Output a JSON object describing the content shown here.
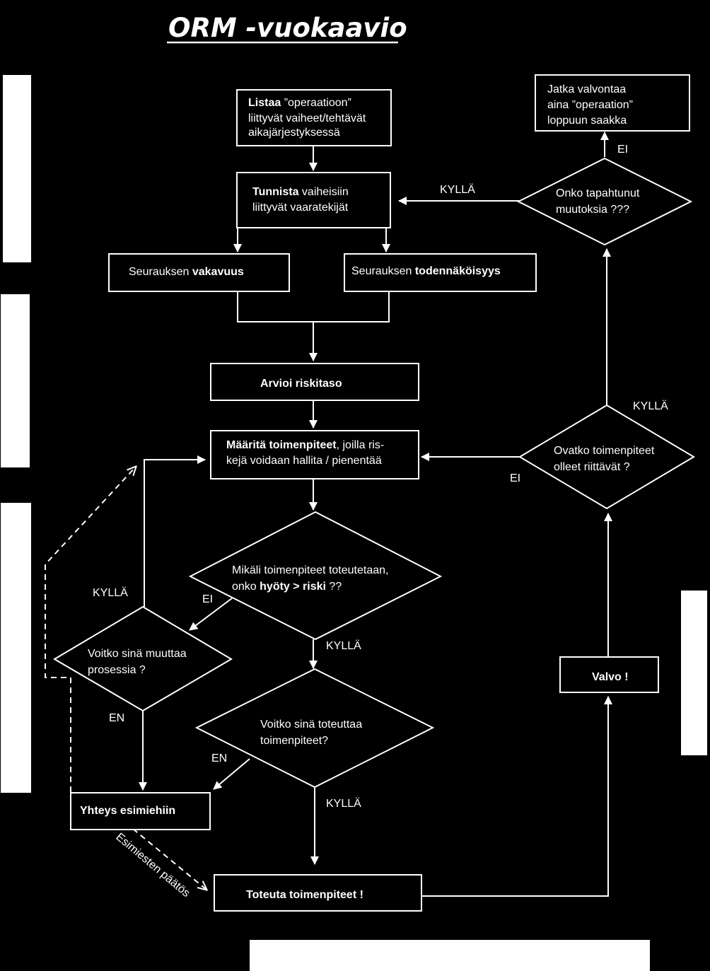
{
  "title": "ORM -vuokaavio",
  "nodes": {
    "listaa": {
      "bold": "Listaa",
      "rest": " ”operaatioon”",
      "line2": "liittyvät vaiheet/tehtävät",
      "line3": "aikajärjestyksessä"
    },
    "tunnista": {
      "bold": "Tunnista",
      "rest": " vaiheisiin",
      "line2": "liittyvät vaaratekijät"
    },
    "vakavuus": {
      "prefix": "Seurauksen ",
      "bold": "vakavuus"
    },
    "todennakoisyys": {
      "prefix": "Seurauksen ",
      "bold": "todennäköisyys"
    },
    "arvioi": {
      "bold": "Arvioi riskitaso"
    },
    "maarita": {
      "bold": "Määritä toimenpiteet",
      "rest": ", joilla ris-",
      "line2": "kejä voidaan hallita / pienentää"
    },
    "hyoty": {
      "line1": "Mikäli toimenpiteet toteutetaan,",
      "prefix2": "onko ",
      "bold2": "hyöty > riski",
      "suffix2": " ??"
    },
    "muuttaa": {
      "line1": "Voitko sinä muuttaa",
      "line2": "prosessia ?"
    },
    "toteuttaa": {
      "line1": "Voitko sinä toteuttaa",
      "line2": "toimenpiteet?"
    },
    "yhteys": {
      "bold": "Yhteys esimiehiin"
    },
    "toteuta": {
      "bold": "Toteuta toimenpiteet !"
    },
    "valvo": {
      "bold": "Valvo !"
    },
    "ovatko": {
      "line1": "Ovatko toimenpiteet",
      "line2": "olleet riittävät  ?"
    },
    "onko": {
      "line1": "Onko tapahtunut",
      "line2": "muutoksia ???"
    },
    "jatka": {
      "line1": "Jatka valvontaa",
      "line2": "aina ”operaation”",
      "line3": "loppuun saakka"
    }
  },
  "edge_labels": {
    "kylla_onko": "KYLLÄ",
    "ei_onko": "EI",
    "kylla_ovatko": "KYLLÄ",
    "ei_ovatko": "EI",
    "kylla_muuttaa": "KYLLÄ",
    "ei_hyoty": "EI",
    "kylla_hyoty": "KYLLÄ",
    "en_muuttaa": "EN",
    "en_toteuttaa": "EN",
    "kylla_toteuttaa": "KYLLÄ",
    "esimiesten": "Esimiesten päätös"
  },
  "colors": {
    "background": "#000000",
    "stroke": "#ffffff",
    "box_fill": "#000000",
    "text": "#ffffff"
  }
}
